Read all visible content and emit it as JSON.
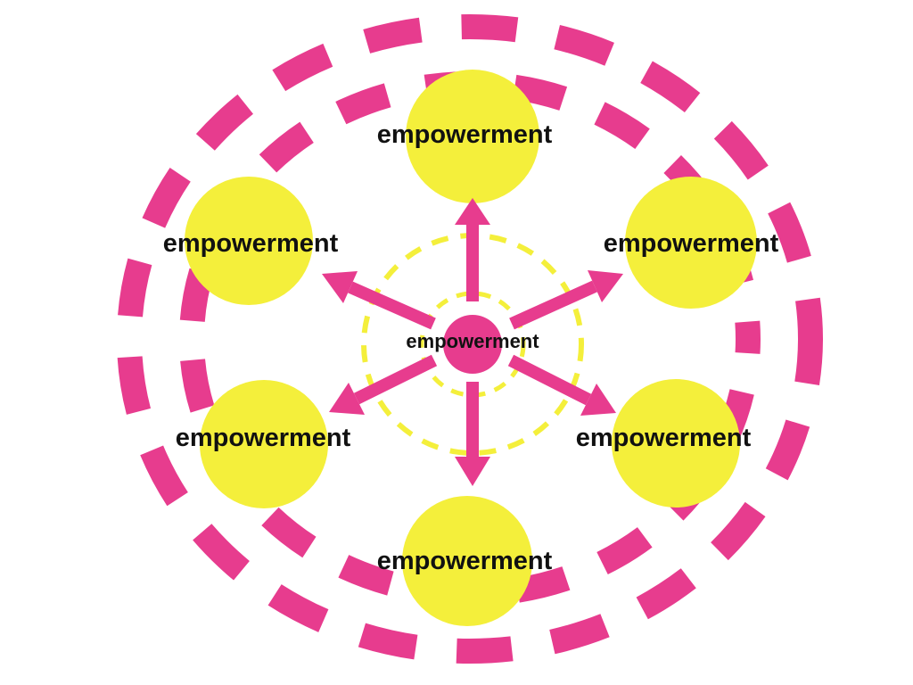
{
  "colors": {
    "pink": "#e73c8e",
    "yellow": "#f4ef3b",
    "text": "#111111",
    "background": "#ffffff"
  },
  "diagram": {
    "center": {
      "label": "empowerment"
    },
    "nodes": [
      {
        "id": "top",
        "label": "empowerment"
      },
      {
        "id": "upper-left",
        "label": "empowerment"
      },
      {
        "id": "upper-right",
        "label": "empowerment"
      },
      {
        "id": "lower-left",
        "label": "empowerment"
      },
      {
        "id": "lower-right",
        "label": "empowerment"
      },
      {
        "id": "bottom",
        "label": "empowerment"
      }
    ]
  }
}
